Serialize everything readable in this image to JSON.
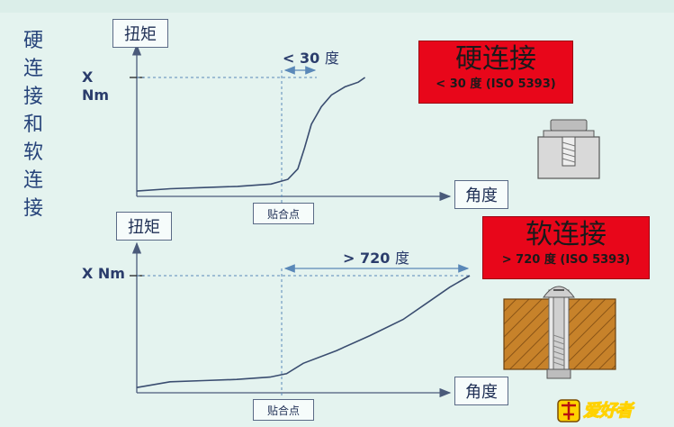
{
  "side_title": [
    "硬",
    "连",
    "接",
    "和",
    "软",
    "连",
    "接"
  ],
  "top_chart": {
    "y_axis_label": "扭矩",
    "x_axis_label": "角度",
    "unit_x": "X",
    "unit_nm": "Nm",
    "annotation_prefix": "< 30",
    "annotation_deg": "度",
    "snug_point_label": "贴合点",
    "curve": [
      [
        0,
        0.03
      ],
      [
        0.1,
        0.05
      ],
      [
        0.2,
        0.06
      ],
      [
        0.3,
        0.07
      ],
      [
        0.4,
        0.09
      ],
      [
        0.45,
        0.13
      ],
      [
        0.48,
        0.22
      ],
      [
        0.5,
        0.4
      ],
      [
        0.52,
        0.6
      ],
      [
        0.55,
        0.75
      ],
      [
        0.58,
        0.85
      ],
      [
        0.62,
        0.92
      ],
      [
        0.66,
        0.96
      ],
      [
        0.68,
        1.0
      ]
    ]
  },
  "bottom_chart": {
    "y_axis_label": "扭矩",
    "x_axis_label": "角度",
    "unit_label": "X Nm",
    "annotation_prefix": "> 720",
    "annotation_deg": "度",
    "snug_point_label": "贴合点",
    "curve": [
      [
        0,
        0.03
      ],
      [
        0.1,
        0.08
      ],
      [
        0.2,
        0.09
      ],
      [
        0.3,
        0.1
      ],
      [
        0.4,
        0.12
      ],
      [
        0.45,
        0.15
      ],
      [
        0.5,
        0.24
      ],
      [
        0.6,
        0.35
      ],
      [
        0.7,
        0.48
      ],
      [
        0.8,
        0.62
      ],
      [
        0.88,
        0.78
      ],
      [
        0.94,
        0.9
      ],
      [
        1.0,
        1.0
      ]
    ]
  },
  "hard_joint": {
    "title": "硬连接",
    "subtitle": "< 30 度 (ISO 5393)"
  },
  "soft_joint": {
    "title": "软连接",
    "subtitle": "> 720 度 (ISO 5393)"
  },
  "logo": {
    "text": "爱好者",
    "glyph": "木工"
  },
  "colors": {
    "background": "#e4f3ef",
    "axis": "#4a5a7a",
    "curve": "#3a4d70",
    "red_box": "#e8061a",
    "wood": "#c7822a"
  }
}
